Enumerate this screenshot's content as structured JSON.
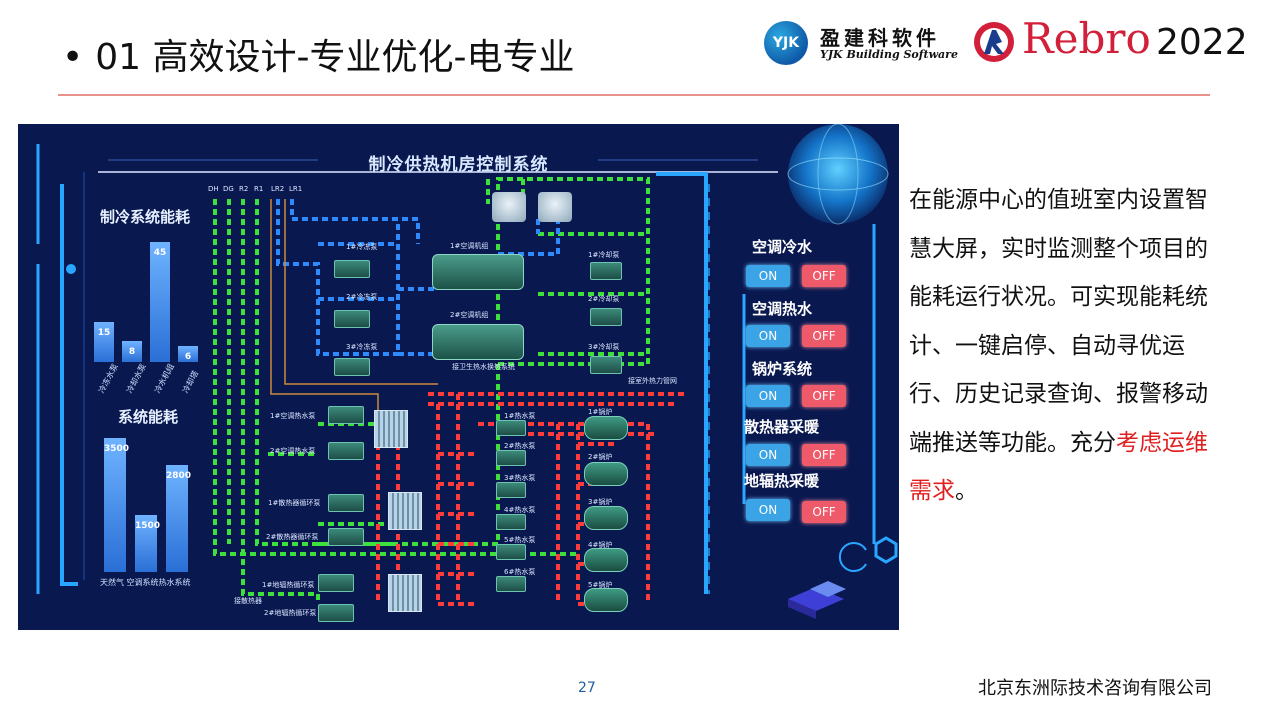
{
  "slide": {
    "bullet": "•",
    "title": "01 高效设计-专业优化-电专业",
    "page_number": "27",
    "company": "北京东洲际技术咨询有限公司"
  },
  "logos": {
    "yjk_mark": "YJK",
    "yjk_name_cn": "盈建科软件",
    "yjk_name_en": "YJK Building Software",
    "rebro_name": "Rebro",
    "rebro_year": "2022"
  },
  "screen": {
    "title": "制冷供热机房控制系统",
    "cooling_energy": {
      "title": "制冷系统能耗",
      "categories": [
        "冷冻水泵",
        "冷却水泵",
        "冷水机组",
        "冷却塔"
      ],
      "values": [
        15,
        8,
        45,
        6
      ]
    },
    "system_energy": {
      "title": "系统能耗",
      "values": [
        3500,
        1500,
        2800
      ],
      "categories_text": "天然气 空调系统热水系统"
    },
    "pipe_labels": [
      "DH",
      "DG",
      "R2",
      "R1",
      "LR2",
      "LR1"
    ],
    "equipment": {
      "chilled_pumps": [
        "1#冷冻泵",
        "2#冷冻泵",
        "3#冷冻泵"
      ],
      "chillers": [
        "1#空调机组",
        "2#空调机组"
      ],
      "cooling_pumps": [
        "1#冷却泵",
        "2#冷却泵",
        "3#冷却泵"
      ],
      "ac_hot_pumps": [
        "1#空调热水泵",
        "2#空调热水泵"
      ],
      "radiator_pumps": [
        "1#散热器循环泵",
        "2#散热器循环泵"
      ],
      "floor_pumps": [
        "1#地辐热循环泵",
        "2#地辐热循环泵"
      ],
      "hot_pumps": [
        "1#热水泵",
        "2#热水泵",
        "3#热水泵",
        "4#热水泵",
        "5#热水泵",
        "6#热水泵"
      ],
      "boilers": [
        "1#锅炉",
        "2#锅炉",
        "3#锅炉",
        "4#锅炉",
        "5#锅炉"
      ],
      "hx_system": "接卫生热水换热系统",
      "outdoor_network": "接室外热力管网",
      "radiator_connect": "接散热器"
    },
    "controls": [
      {
        "label": "空调冷水",
        "on": "ON",
        "off": "OFF"
      },
      {
        "label": "空调热水",
        "on": "ON",
        "off": "OFF"
      },
      {
        "label": "锅炉系统",
        "on": "ON",
        "off": "OFF"
      },
      {
        "label": "散热器采暖",
        "on": "ON",
        "off": "OFF"
      },
      {
        "label": "地辐热采暖",
        "on": "ON",
        "off": "OFF"
      }
    ]
  },
  "description": {
    "text_main": "在能源中心的值班室内设置智慧大屏，实时监测整个项目的能耗运行状况。可实现能耗统计、一键启停、自动寻优运行、历史记录查询、报警移动端推送等功能。充分",
    "text_highlight": "考虑运维需求",
    "text_end": "。",
    "highlight_color": "#e02020"
  }
}
